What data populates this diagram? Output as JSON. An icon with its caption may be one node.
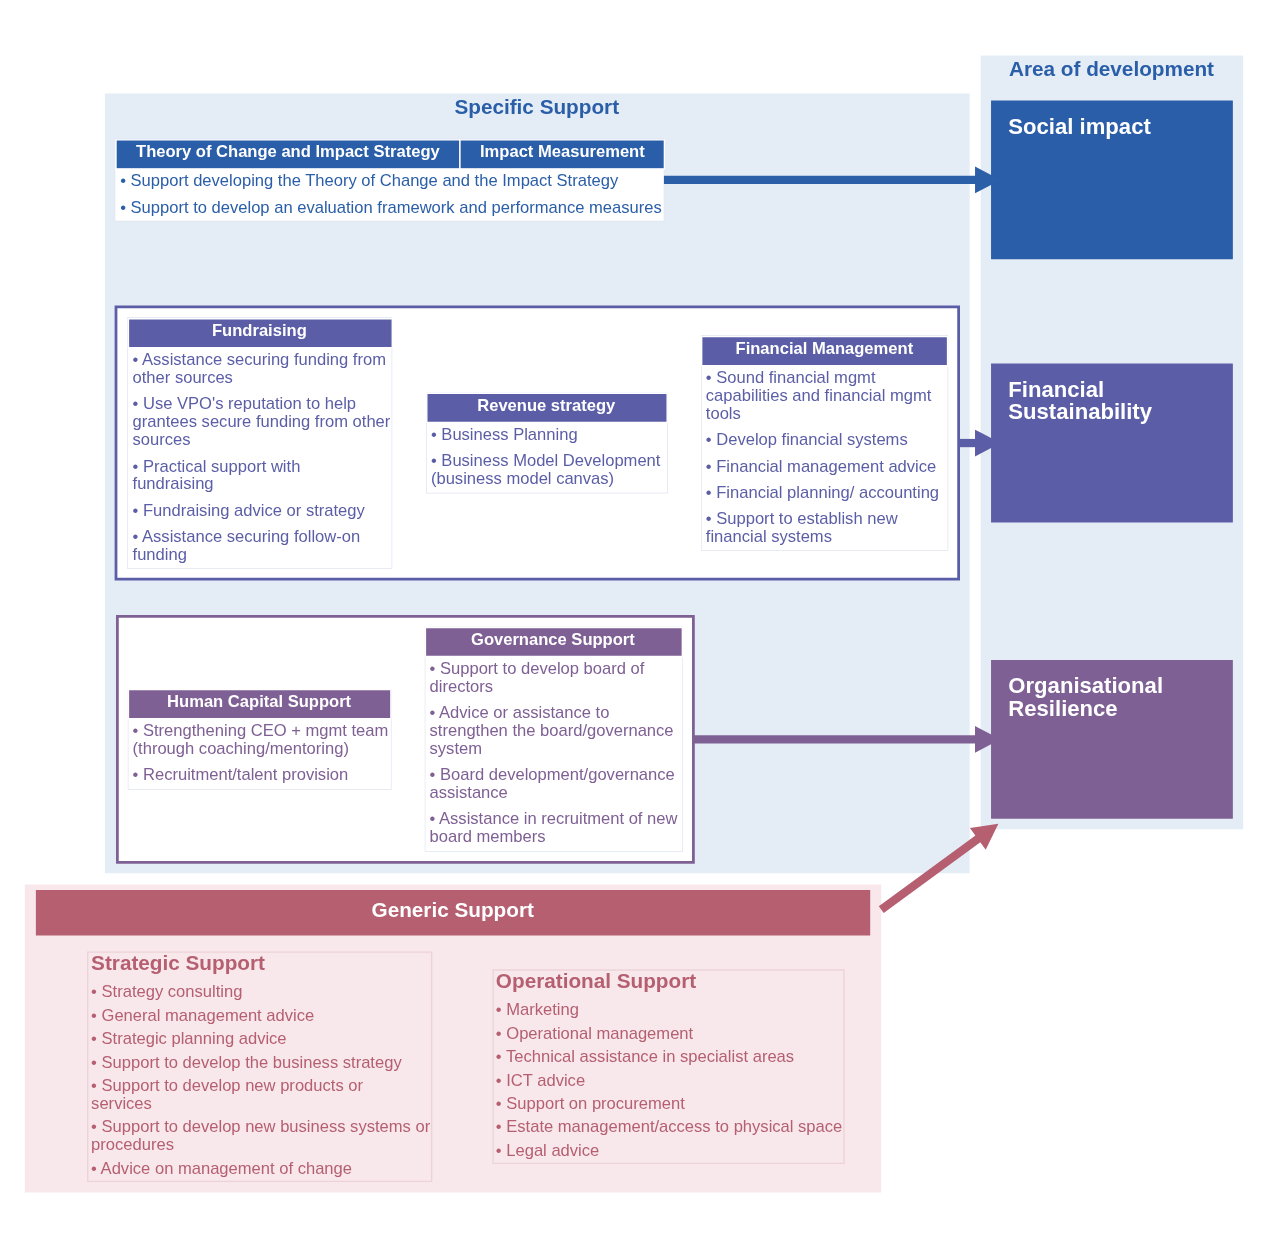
{
  "diagram": {
    "nodes": [
      {
        "text": [
          "Specific Support"
        ]
      },
      {
        "text": [
          "Theory of Change and Impact Strategy",
          "Impact Measurement",
          "• Support developing the Theory of Change and the Impact Strategy",
          "• Support to develop an evaluation framework and performance measures"
        ],
        "in": 0
      },
      {
        "text": [],
        "shape": "box",
        "in": 0
      },
      {
        "text": [
          "Fundraising",
          "• Assistance securing funding from other sources",
          "• Use VPO's reputation to help grantees secure funding from other sources",
          "• Practical support with fundraising",
          "• Fundraising advice or strategy",
          "• Assistance securing follow-on funding"
        ],
        "in": 2
      },
      {
        "text": [
          "Revenue strategy",
          "• Business Planning",
          "• Business Model Development (business model canvas)"
        ],
        "in": 2
      },
      {
        "text": [
          "Financial Management",
          "• Sound financial mgmt capabilities and financial mgmt tools",
          "• Develop financial systems",
          "• Financial management advice",
          "• Financial planning/ accounting",
          "• Support to establish new financial systems"
        ],
        "in": 2
      },
      {
        "text": [],
        "shape": "box",
        "in": 0
      },
      {
        "text": [
          "Human Capital Support",
          "• Strengthening CEO + mgmt team (through coaching/mentoring)",
          "• Recruitment/talent provision"
        ],
        "in": 6
      },
      {
        "text": [
          "Governance Support",
          "• Support to develop board of directors",
          "• Advice or assistance to strengthen the board/governance system",
          "• Board development/governance assistance",
          "• Assistance in recruitment of new board members"
        ],
        "in": 6
      },
      {
        "text": [
          "Area of development"
        ]
      },
      {
        "text": [
          "Social impact"
        ],
        "in": 9
      },
      {
        "text": [
          "Financial Sustainability"
        ],
        "in": 9
      },
      {
        "text": [
          "Organisational Resilience"
        ],
        "in": 9
      },
      {
        "text": [
          "Generic Support"
        ]
      },
      {
        "text": [
          "Strategic Support",
          "• Strategy consulting",
          "• General management advice",
          "• Strategic planning advice",
          "• Support to develop the business strategy",
          "• Support to develop new products or services",
          "• Support to develop new business systems or procedures",
          "• Advice on management of change"
        ],
        "in": 13
      },
      {
        "text": [
          "Operational Support",
          "• Marketing",
          "• Operational management",
          "• Technical assistance in specialist areas",
          "• ICT advice",
          "• Support on procurement",
          "• Estate management/access to physical space",
          "• Legal advice"
        ],
        "in": 13
      }
    ],
    "edges": [
      {
        "from": 1,
        "to": 10,
        "arrow": "to",
        "color": "#2b5fa8"
      },
      {
        "from": 2,
        "to": 11,
        "arrow": "to",
        "color": "#5b5ea6"
      },
      {
        "from": 6,
        "to": 12,
        "arrow": "to",
        "color": "#7f6094"
      },
      {
        "from": 13,
        "to": 9,
        "arrow": "to",
        "color": "#b55f71"
      }
    ]
  }
}
